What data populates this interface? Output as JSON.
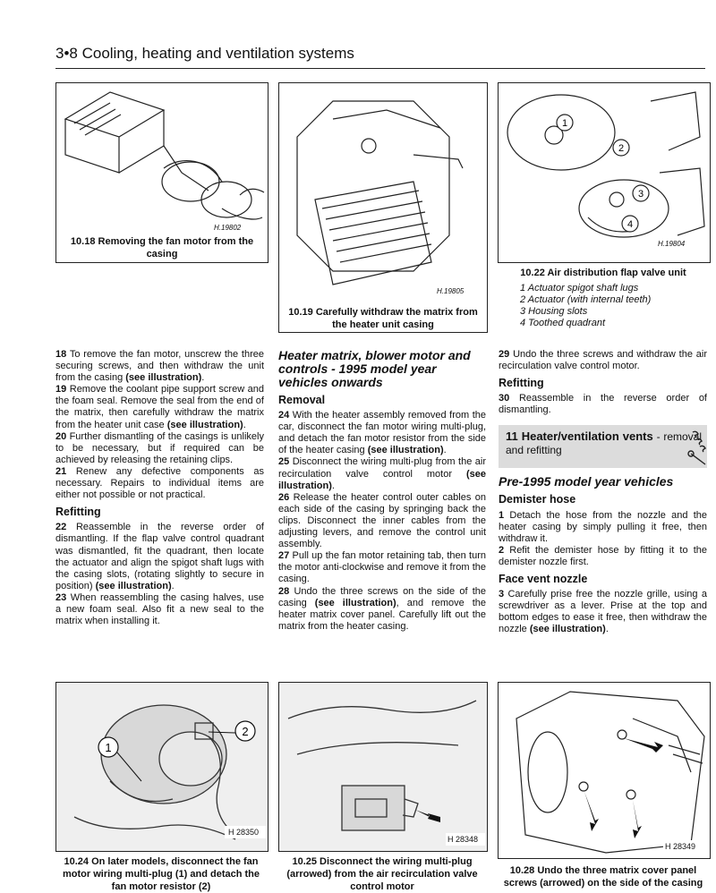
{
  "header": {
    "title": "3•8 Cooling, heating and ventilation systems"
  },
  "figures": {
    "f1018": {
      "code": "H.19802",
      "caption": "10.18 Removing the fan motor from the casing"
    },
    "f1019": {
      "code": "H.19805",
      "caption": "10.19 Carefully withdraw the matrix from the heater unit casing"
    },
    "f1022": {
      "code": "H.19804",
      "caption": "10.22 Air distribution flap valve unit",
      "callouts": [
        "1",
        "2",
        "3",
        "4"
      ],
      "legend": [
        "1 Actuator spigot shaft lugs",
        "2 Actuator (with internal teeth)",
        "3 Housing slots",
        "4 Toothed quadrant"
      ]
    },
    "f1024": {
      "code": "H 28350",
      "caption": "10.24 On later models, disconnect the fan motor wiring multi-plug (1) and detach the fan motor resistor (2)",
      "callouts": [
        "1",
        "2"
      ]
    },
    "f1025": {
      "code": "H 28348",
      "caption": "10.25 Disconnect the wiring multi-plug (arrowed) from the air recirculation valve control motor"
    },
    "f1028": {
      "code": "H 28349",
      "caption": "10.28 Undo the three matrix cover panel screws (arrowed) on the side of the casing"
    }
  },
  "col1": {
    "p18": {
      "num": "18",
      "text": "To remove the fan motor, unscrew the three securing screws, and then withdraw the unit from the casing",
      "ref": "(see illustration)",
      "end": "."
    },
    "p19": {
      "num": "19",
      "text": "Remove the coolant pipe support screw and the foam seal. Remove the seal from the end of the matrix, then carefully withdraw the matrix from the heater unit case",
      "ref": "(see illustration)",
      "end": "."
    },
    "p20": {
      "num": "20",
      "text": "Further dismantling of the casings is unlikely to be necessary, but if required can be achieved by releasing the retaining clips."
    },
    "p21": {
      "num": "21",
      "text": "Renew any defective components as necessary. Repairs to individual items are either not possible or not practical."
    },
    "refitting": "Refitting",
    "p22": {
      "num": "22",
      "text": "Reassemble in the reverse order of dismantling. If the flap valve control quadrant was dismantled, fit the quadrant, then locate the actuator and align the spigot shaft lugs with the casing slots, (rotating slightly to secure in position)",
      "ref": "(see illustration)",
      "end": "."
    },
    "p23": {
      "num": "23",
      "text": "When reassembling the casing halves, use a new foam seal. Also fit a new seal to the matrix when installing it."
    }
  },
  "col2": {
    "heading": "Heater matrix, blower motor and controls - 1995 model year vehicles onwards",
    "removal": "Removal",
    "p24": {
      "num": "24",
      "text": "With the heater assembly removed from the car, disconnect the fan motor wiring multi-plug, and detach the fan motor resistor from the side of the heater casing",
      "ref": "(see illustration)",
      "end": "."
    },
    "p25": {
      "num": "25",
      "text": "Disconnect the wiring multi-plug from the air recirculation valve control motor",
      "ref": "(see illustration)",
      "end": "."
    },
    "p26": {
      "num": "26",
      "text": "Release the heater control outer cables on each side of the casing by springing back the clips. Disconnect the inner cables from the adjusting levers, and remove the control unit assembly."
    },
    "p27": {
      "num": "27",
      "text": "Pull up the fan motor retaining tab, then turn the motor anti-clockwise and remove it from the casing."
    },
    "p28": {
      "num": "28",
      "text": "Undo the three screws on the side of the casing",
      "ref": "(see illustration)",
      "text2": ", and remove the heater matrix cover panel. Carefully lift out the matrix from the heater casing."
    }
  },
  "col3": {
    "p29": {
      "num": "29",
      "text": "Undo the three screws and withdraw the air recirculation valve control motor."
    },
    "refitting": "Refitting",
    "p30": {
      "num": "30",
      "text": "Reassemble in the reverse order of dismantling."
    },
    "section": {
      "num": "11",
      "title": "Heater/ventilation vents",
      "sub": "- removal and refitting",
      "icon": "wrench-difficulty-icon"
    },
    "pre1995": "Pre-1995 model year vehicles",
    "demister": "Demister hose",
    "p1": {
      "num": "1",
      "text": "Detach the hose from the nozzle and the heater casing by simply pulling it free, then withdraw it."
    },
    "p2": {
      "num": "2",
      "text": "Refit the demister hose by fitting it to the demister nozzle first."
    },
    "facevent": "Face vent nozzle",
    "p3": {
      "num": "3",
      "text": "Carefully prise free the nozzle grille, using a screwdriver as a lever. Prise at the top and bottom edges to ease it free, then withdraw the nozzle",
      "ref": "(see illustration)",
      "end": "."
    }
  }
}
